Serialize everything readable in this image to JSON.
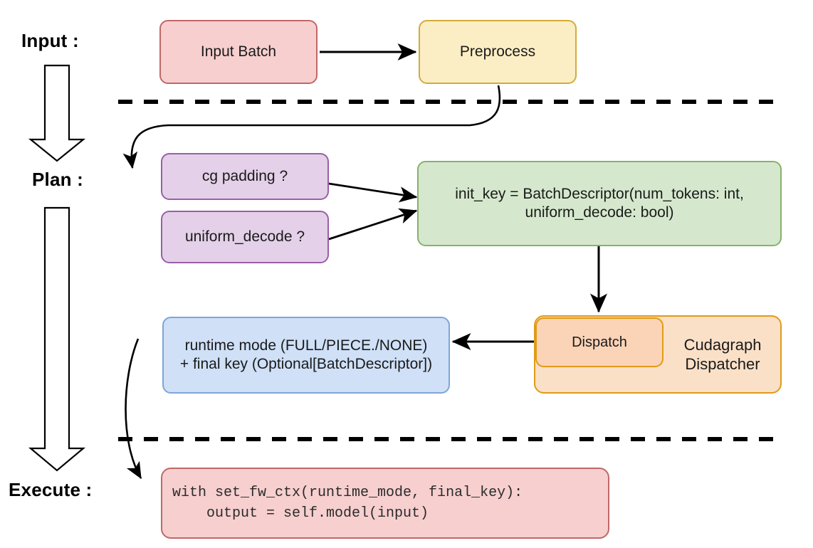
{
  "diagram": {
    "title": "vLLM cudagraph dispatch flow",
    "type": "flowchart",
    "stages": [
      {
        "id": "input",
        "label": "Input :"
      },
      {
        "id": "plan",
        "label": "Plan :"
      },
      {
        "id": "execute",
        "label": "Execute :"
      }
    ],
    "nodes": {
      "input_batch": {
        "label": "Input Batch",
        "fill": "#f7cfcf",
        "stroke": "#c06868"
      },
      "preprocess": {
        "label": "Preprocess",
        "fill": "#fceec4",
        "stroke": "#d4ab3a"
      },
      "cg_padding": {
        "label": "cg padding ?",
        "fill": "#e4d0e8",
        "stroke": "#9a5fa8"
      },
      "uniform_decode": {
        "label": "uniform_decode ?",
        "fill": "#e4d0e8",
        "stroke": "#9a5fa8"
      },
      "init_key": {
        "line1": "init_key = BatchDescriptor(num_tokens: int,",
        "line2": "uniform_decode: bool)",
        "fill": "#d5e8cd",
        "stroke": "#86b26a"
      },
      "runtime_mode": {
        "line1": "runtime mode (FULL/PIECE./NONE)",
        "line2": "+ final key (Optional[BatchDescriptor])",
        "fill": "#cfe0f7",
        "stroke": "#7ea6d8"
      },
      "dispatch": {
        "label": "Dispatch",
        "fill": "#fbd4b8",
        "stroke": "#e09b16"
      },
      "cudagraph_dispatcher": {
        "line1": "Cudagraph",
        "line2": "Dispatcher",
        "fill": "#fbe0c8",
        "stroke": "#e09b16"
      },
      "code_block": {
        "line1": "with set_fw_ctx(runtime_mode, final_key):",
        "line2": "    output = self.model(input)",
        "fill": "#f7cfcf",
        "stroke": "#c06868"
      }
    },
    "edges": [
      {
        "from": "input_batch",
        "to": "preprocess",
        "style": "straight-arrow"
      },
      {
        "from": "preprocess",
        "to": "cg_padding",
        "style": "curved-arrow"
      },
      {
        "from": "cg_padding",
        "to": "init_key",
        "style": "straight-arrow"
      },
      {
        "from": "uniform_decode",
        "to": "init_key",
        "style": "straight-arrow"
      },
      {
        "from": "init_key",
        "to": "dispatch",
        "style": "straight-arrow-down"
      },
      {
        "from": "dispatch",
        "to": "runtime_mode",
        "style": "straight-arrow-left"
      },
      {
        "from": "runtime_mode",
        "to": "code_block",
        "style": "curved-arrow"
      }
    ],
    "separators": [
      {
        "name": "input-plan-divider",
        "style": "dashed",
        "color": "#000000"
      },
      {
        "name": "plan-execute-divider",
        "style": "dashed",
        "color": "#000000"
      }
    ],
    "flow_arrows": [
      {
        "name": "input-to-plan-arrow",
        "style": "hollow-block-arrow-down"
      },
      {
        "name": "plan-to-execute-arrow",
        "style": "hollow-block-arrow-down"
      }
    ]
  }
}
